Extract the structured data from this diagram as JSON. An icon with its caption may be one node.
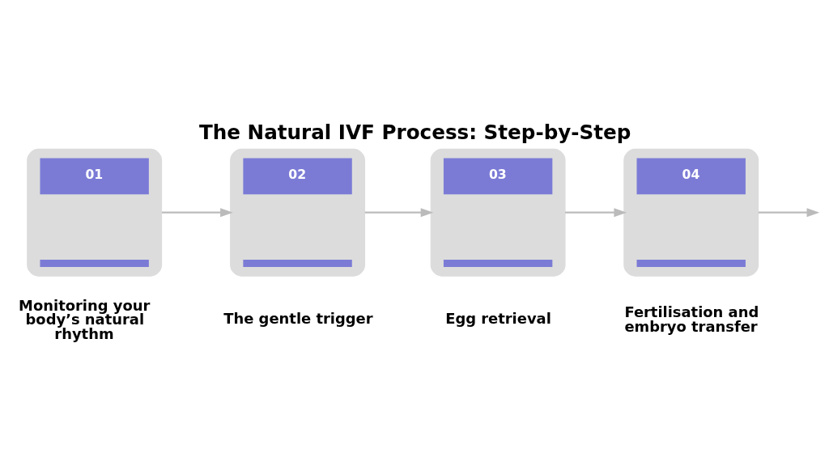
{
  "diagram": {
    "title": "The Natural IVF Process: Step-by-Step",
    "nodes": [
      {
        "text": [
          "01"
        ],
        "beside": [
          "Monitoring your body’s natural rhythm"
        ]
      },
      {
        "text": [
          "02"
        ],
        "beside": [
          "The gentle trigger"
        ]
      },
      {
        "text": [
          "03"
        ],
        "beside": [
          "Egg retrieval"
        ]
      },
      {
        "text": [
          "04"
        ],
        "beside": [
          "Fertilisation and embryo transfer"
        ]
      }
    ],
    "edges": [
      {
        "from": 0,
        "to": 1,
        "arrow": "to"
      },
      {
        "from": 1,
        "to": 2,
        "arrow": "to"
      },
      {
        "from": 2,
        "to": 3,
        "arrow": "to"
      },
      {
        "from": 3,
        "to": null,
        "arrow": "to"
      }
    ]
  }
}
